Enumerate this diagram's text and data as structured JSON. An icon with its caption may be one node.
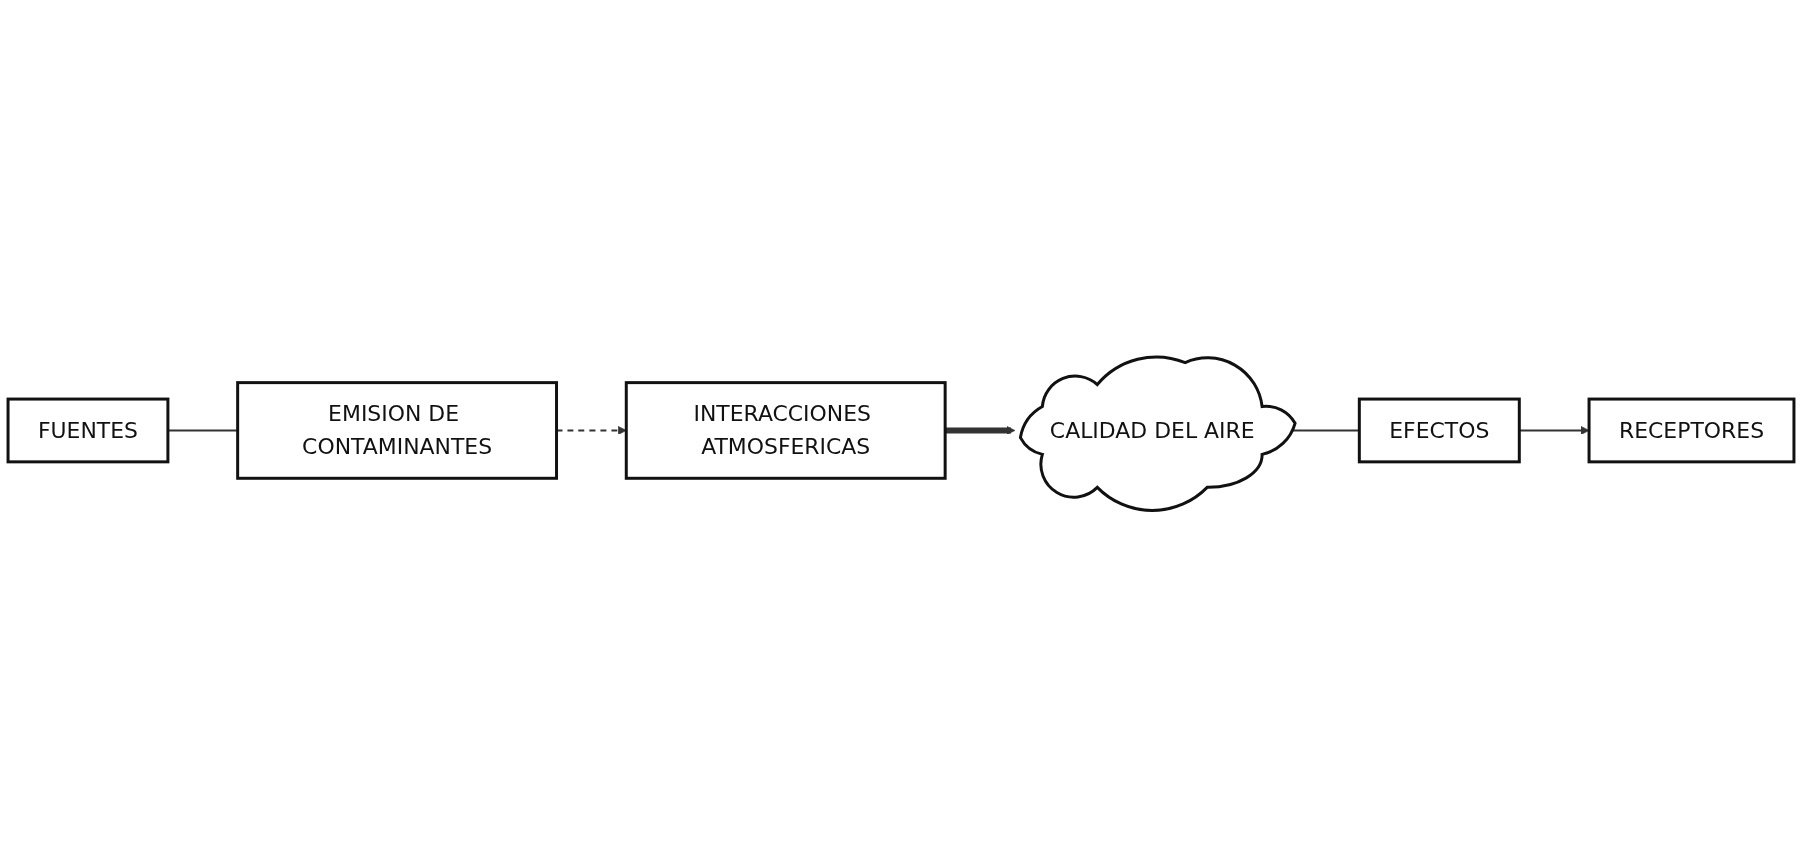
{
  "diagram": {
    "nodes": [
      {
        "text": [
          "FUENTES"
        ]
      },
      {
        "text": [
          "EMISION DE CONTAMINANTES"
        ]
      },
      {
        "text": [
          "INTERACCIONES ATMOSFERICAS"
        ]
      },
      {
        "text": [
          "CALIDAD DEL AIRE"
        ]
      },
      {
        "text": [
          "EFECTOS"
        ]
      },
      {
        "text": [
          "RECEPTORES"
        ]
      }
    ],
    "edges": [
      {
        "from": 0,
        "to": 1,
        "arrow": "none"
      },
      {
        "from": 1,
        "to": 2,
        "arrow": "to",
        "style": "dashed"
      },
      {
        "from": 2,
        "to": 3,
        "arrow": "to",
        "style": "thick"
      },
      {
        "from": 3,
        "to": 4,
        "arrow": "none"
      },
      {
        "from": 4,
        "to": 5,
        "arrow": "to"
      }
    ]
  }
}
